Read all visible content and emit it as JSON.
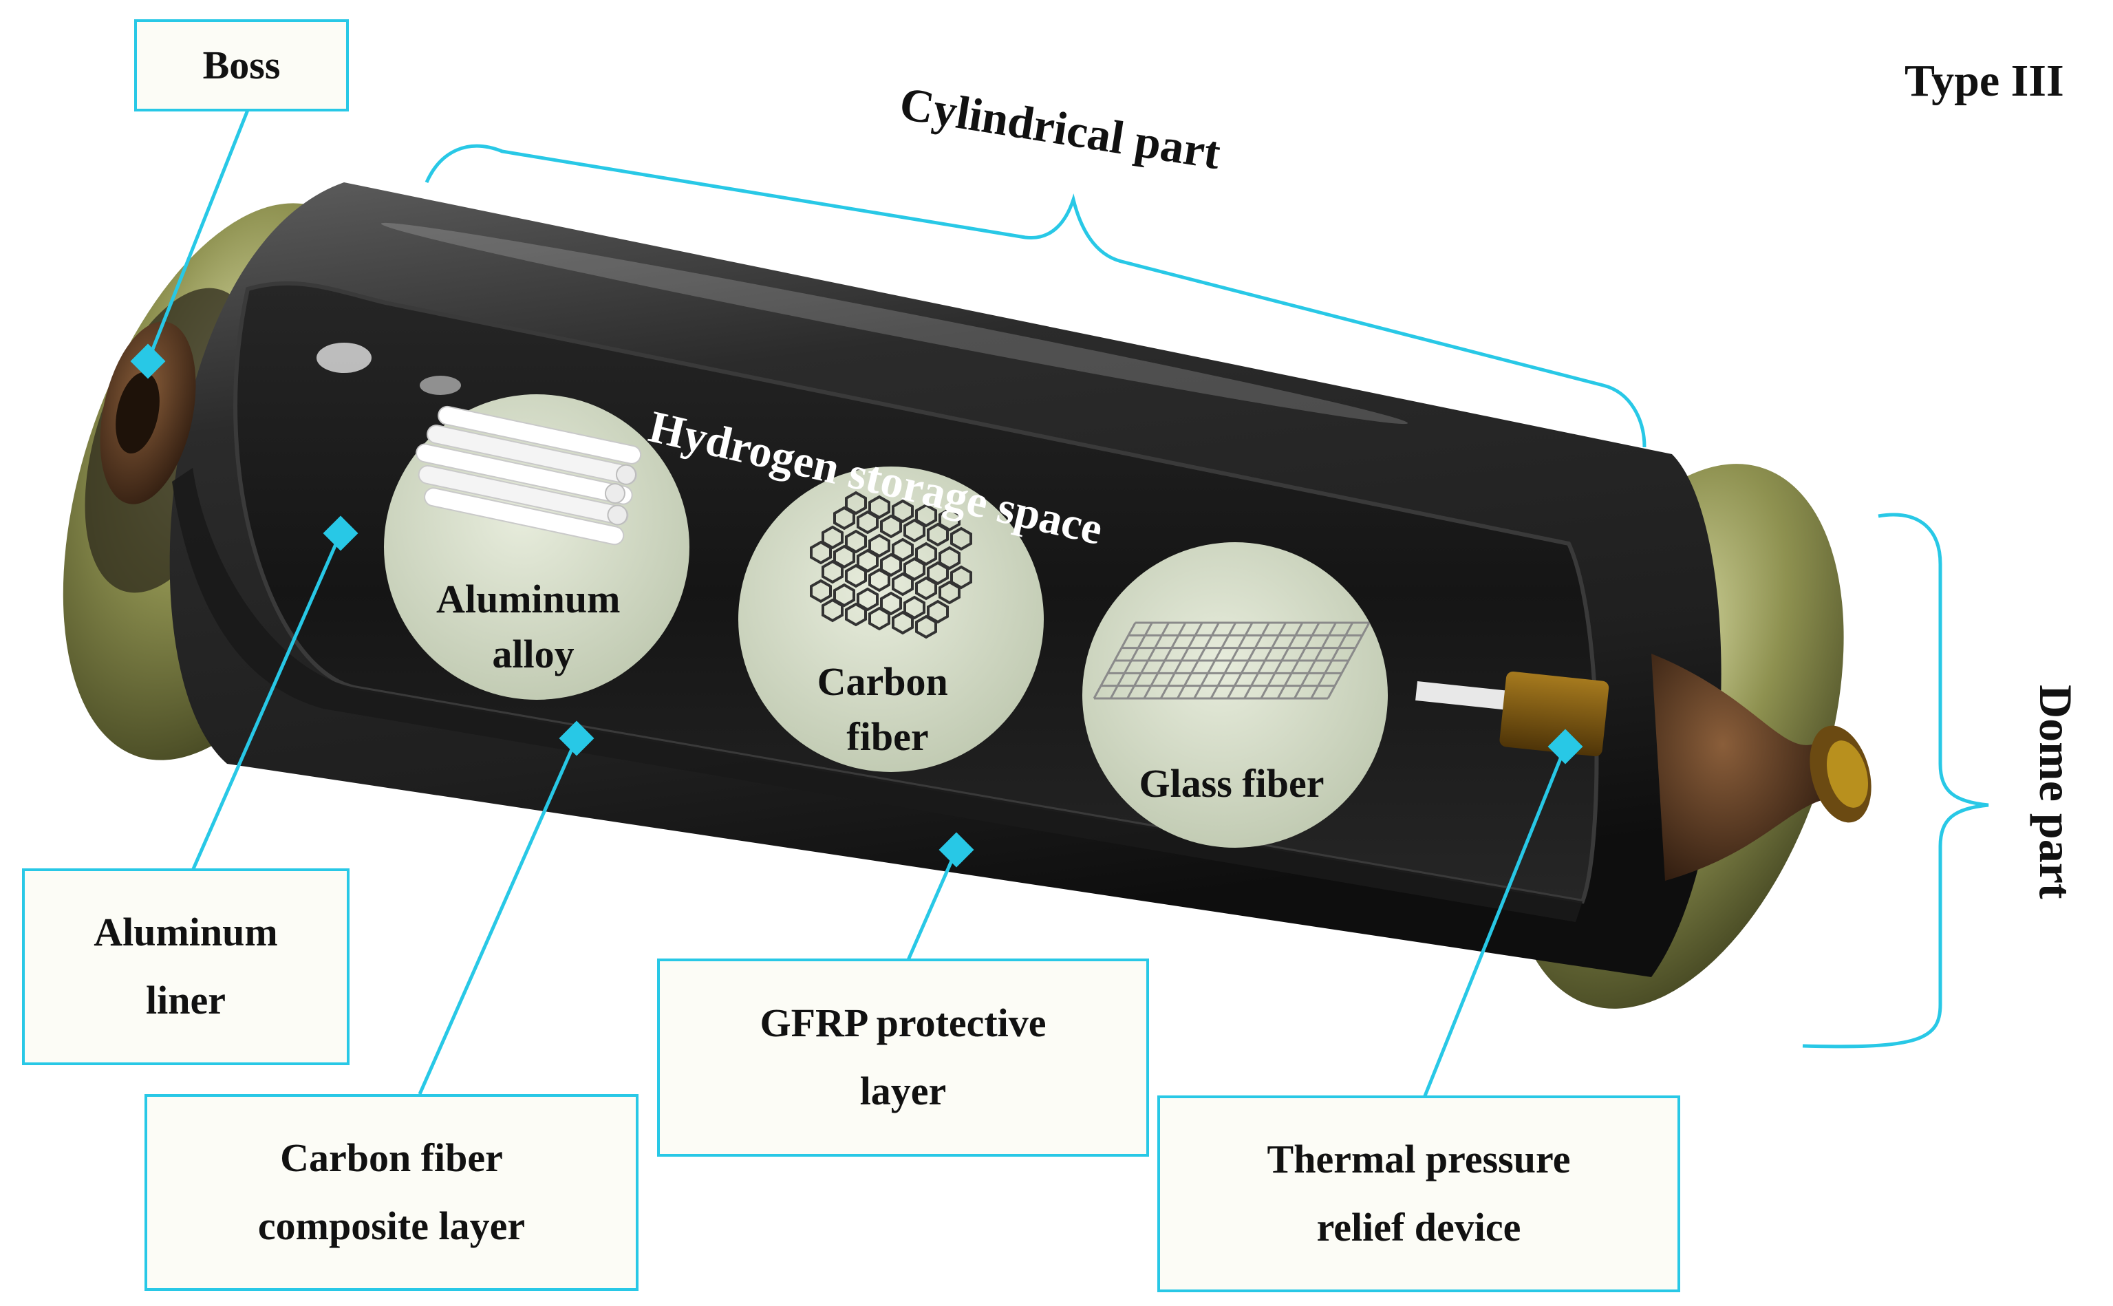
{
  "title": "Type III",
  "colors": {
    "accent": "#28c8e6",
    "callout_bg": "#fcfcf6",
    "cylinder": "#2b2b2b",
    "dome": "#7d8046",
    "material_circle": "#d9dfcd"
  },
  "callouts": {
    "boss": "Boss",
    "aluminum_liner": "Aluminum\nliner",
    "carbon_fiber_composite": "Carbon fiber\ncomposite layer",
    "gfrp_protective": "GFRP protective\nlayer",
    "tprd": "Thermal pressure\nrelief device"
  },
  "brackets": {
    "cylindrical_part": "Cylindrical part",
    "dome_part": "Dome part"
  },
  "interior_label": "Hydrogen storage space",
  "materials": [
    {
      "label": "Aluminum\nalloy",
      "icon": "tube-bundle-icon"
    },
    {
      "label": "Carbon\nfiber",
      "icon": "carbon-lattice-icon"
    },
    {
      "label": "Glass fiber",
      "icon": "fiber-mesh-icon"
    }
  ]
}
